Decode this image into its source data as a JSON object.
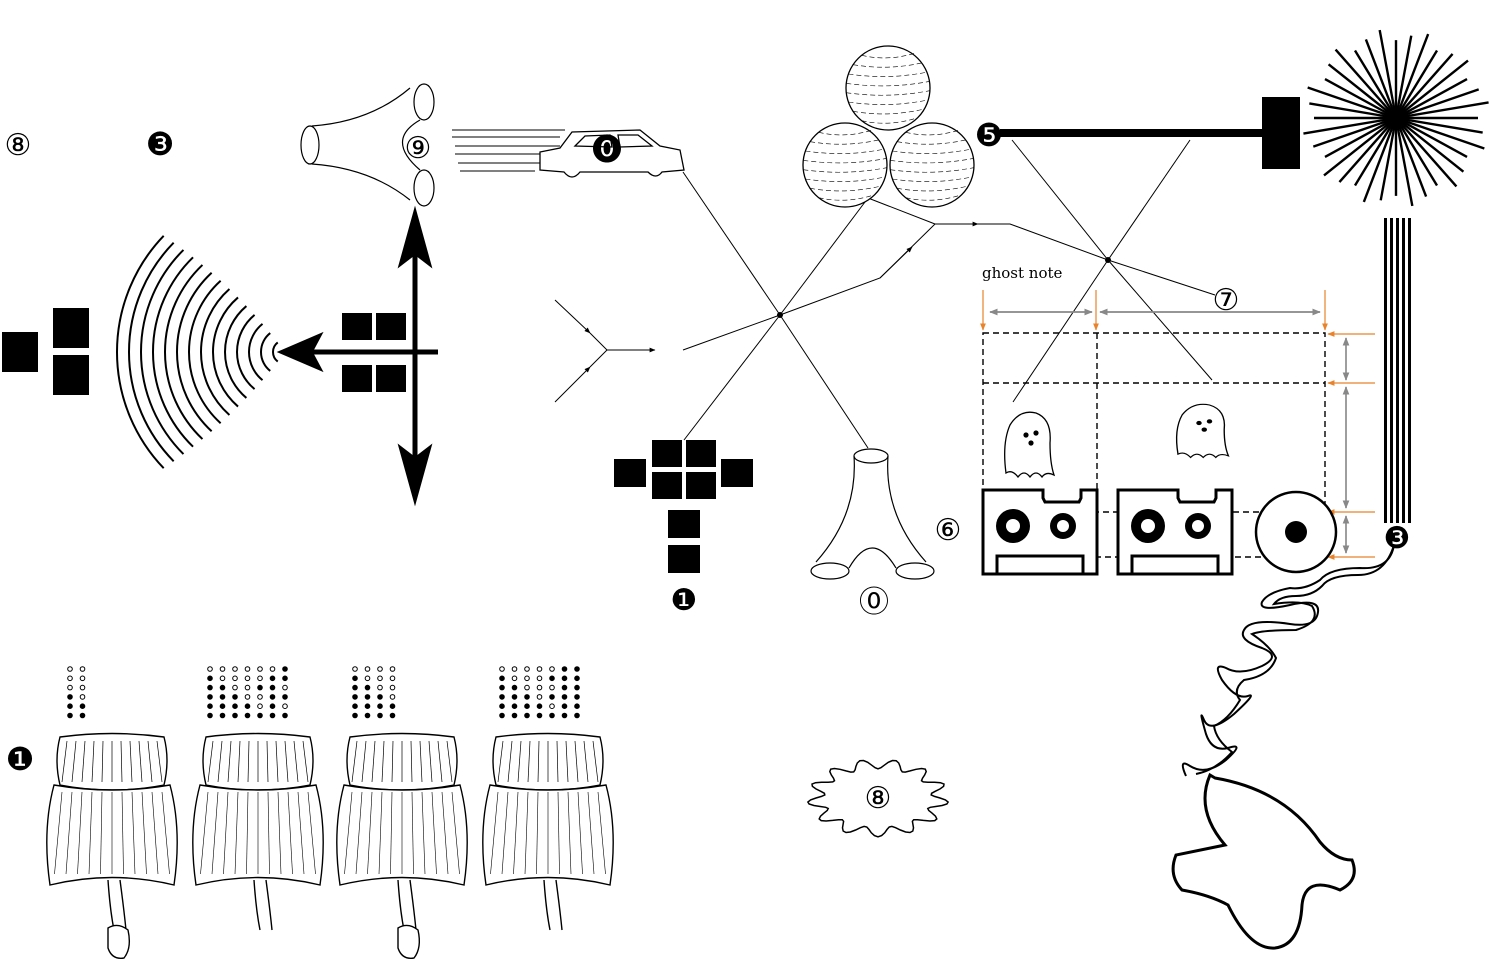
{
  "markers": {
    "top_left_circled_8": "⑧",
    "top_left_neg_3": "❸",
    "tube_9": "⑨",
    "car_0": "⓿",
    "balloon_5": "❺",
    "right_neg_3": "❸",
    "cross_neg_1": "❶",
    "tube_0": "⓪",
    "tape_6": "⑥",
    "grid_7": "⑦",
    "left_neg_1": "❶",
    "blob_8": "⑧"
  },
  "grid_label": "ghost note",
  "colors": {
    "ink": "#000000",
    "guide": "#888888",
    "accent": "#e8832b",
    "paper": "#ffffff"
  },
  "icons": [
    "y-tube-icon",
    "car-icon",
    "balloon-icon",
    "ghost-icon",
    "cassette-icon",
    "speaker-icon",
    "starburst-icon",
    "skirt-figure-icon",
    "dot-matrix-icon",
    "cloud-blob-icon",
    "sound-wave-icon",
    "block-icon",
    "squiggle-icon",
    "hand-icon"
  ]
}
